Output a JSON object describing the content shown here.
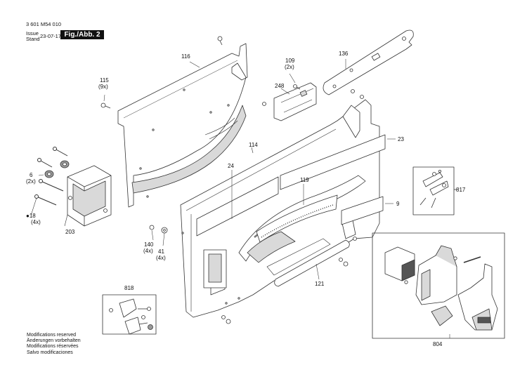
{
  "header": {
    "doc_number": "3 601 M54 010",
    "issue_label": "Issue",
    "stand_label": "Stand",
    "date": "23-07-17",
    "figure_label": "Fig./Abb. 2"
  },
  "part_labels": [
    {
      "id": "116",
      "text": "116"
    },
    {
      "id": "115",
      "text": "115"
    },
    {
      "id": "115q",
      "text": "(9x)"
    },
    {
      "id": "109",
      "text": "109"
    },
    {
      "id": "109q",
      "text": "(2x)"
    },
    {
      "id": "136",
      "text": "136"
    },
    {
      "id": "248",
      "text": "248"
    },
    {
      "id": "23",
      "text": "23"
    },
    {
      "id": "114",
      "text": "114"
    },
    {
      "id": "24",
      "text": "24"
    },
    {
      "id": "6",
      "text": "6"
    },
    {
      "id": "6q",
      "text": "(2x)"
    },
    {
      "id": "119",
      "text": "119"
    },
    {
      "id": "817",
      "text": "817"
    },
    {
      "id": "9",
      "text": "9"
    },
    {
      "id": "18",
      "text": "●18"
    },
    {
      "id": "18q",
      "text": "(4x)"
    },
    {
      "id": "203",
      "text": "203"
    },
    {
      "id": "140",
      "text": "140"
    },
    {
      "id": "140q",
      "text": "(4x)"
    },
    {
      "id": "41",
      "text": "41"
    },
    {
      "id": "41q",
      "text": "(4x)"
    },
    {
      "id": "121",
      "text": "121"
    },
    {
      "id": "818",
      "text": "818"
    },
    {
      "id": "804",
      "text": "804"
    }
  ],
  "modifications": [
    "Modifications reserved",
    "Änderungen vorbehalten",
    "Modifications réservées",
    "Salvo modificaciones"
  ],
  "colors": {
    "line": "#333333",
    "part_fill": "#ffffff",
    "shade": "#d9d9d9",
    "dark_shade": "#9a9a9a",
    "label_bg": "#111111"
  }
}
